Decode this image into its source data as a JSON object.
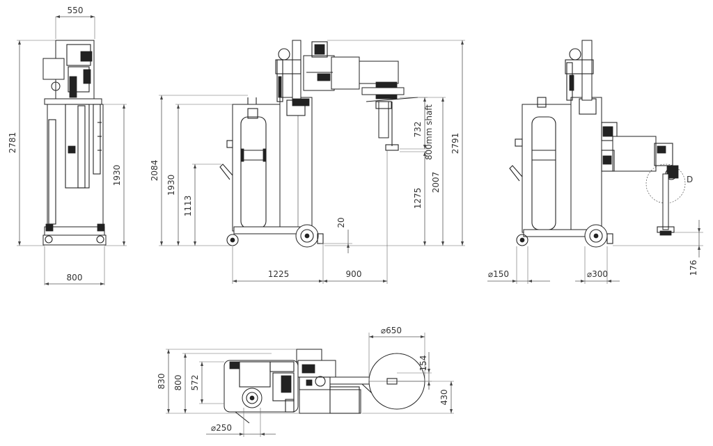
{
  "dimensions": {
    "front_top_width": "550",
    "front_height": "2781",
    "front_side_height": "1930",
    "front_base_width": "800",
    "side_height_2084": "2084",
    "side_height_1930": "1930",
    "side_height_1113": "1113",
    "side_clearance": "20",
    "side_shaft": "732",
    "side_shaft_label": "800mm shaft",
    "side_height_1275": "1275",
    "side_height_2007": "2007",
    "side_height_2791": "2791",
    "side_base_1225": "1225",
    "side_reach_900": "900",
    "right_wheel_150": "⌀150",
    "right_wheel_300": "⌀300",
    "right_height_176": "176",
    "right_label_d": "D",
    "top_reel_650": "⌀650",
    "top_width_830": "830",
    "top_width_800": "800",
    "top_width_572": "572",
    "top_154": "154",
    "top_430": "430",
    "top_wheel_250": "⌀250"
  },
  "colors": {
    "line": "#222222",
    "dimension": "#555555",
    "text": "#333333",
    "background": "#ffffff"
  }
}
